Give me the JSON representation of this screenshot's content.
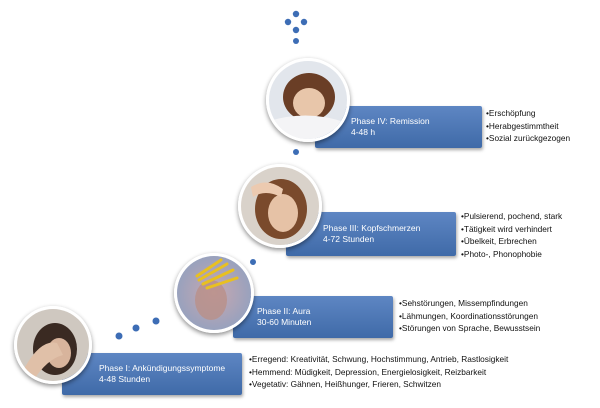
{
  "phases": [
    {
      "title": "Phase I: Ankündigungssymptome",
      "duration": "4-48 Stunden",
      "items": [
        "Erregend: Kreativität, Schwung, Hochstimmung, Antrieb, Rastlosigkeit",
        "Hemmend: Müdigkeit, Depression, Energielosigkeit, Reizbarkeit",
        "Vegetativ: Gähnen, Heißhunger, Frieren, Schwitzen"
      ]
    },
    {
      "title": "Phase II: Aura",
      "duration": "30-60 Minuten",
      "items": [
        "Sehstörungen, Missempfindungen",
        "Lähmungen, Koordinationsstörungen",
        "Störungen von Sprache, Bewusstsein"
      ]
    },
    {
      "title": "Phase III: Kopfschmerzen",
      "duration": "4-72 Stunden",
      "items": [
        "Pulsierend, pochend, stark",
        "Tätigkeit wird verhindert",
        "Übelkeit, Erbrechen",
        "Photo-, Phonophobie"
      ]
    },
    {
      "title": "Phase IV: Remission",
      "duration": "4-48 h",
      "items": [
        "Erschöpfung",
        "Herabgestimmtheit",
        "Sozial zurückgezogen"
      ]
    }
  ],
  "colors": {
    "box": "#4a74b4",
    "dots": "#3d6db5",
    "photo_border": "#ffffff"
  },
  "icons": [
    "woman-holding-head-photo",
    "aura-headache-photo",
    "woman-forehead-pain-photo",
    "woman-resting-photo"
  ]
}
